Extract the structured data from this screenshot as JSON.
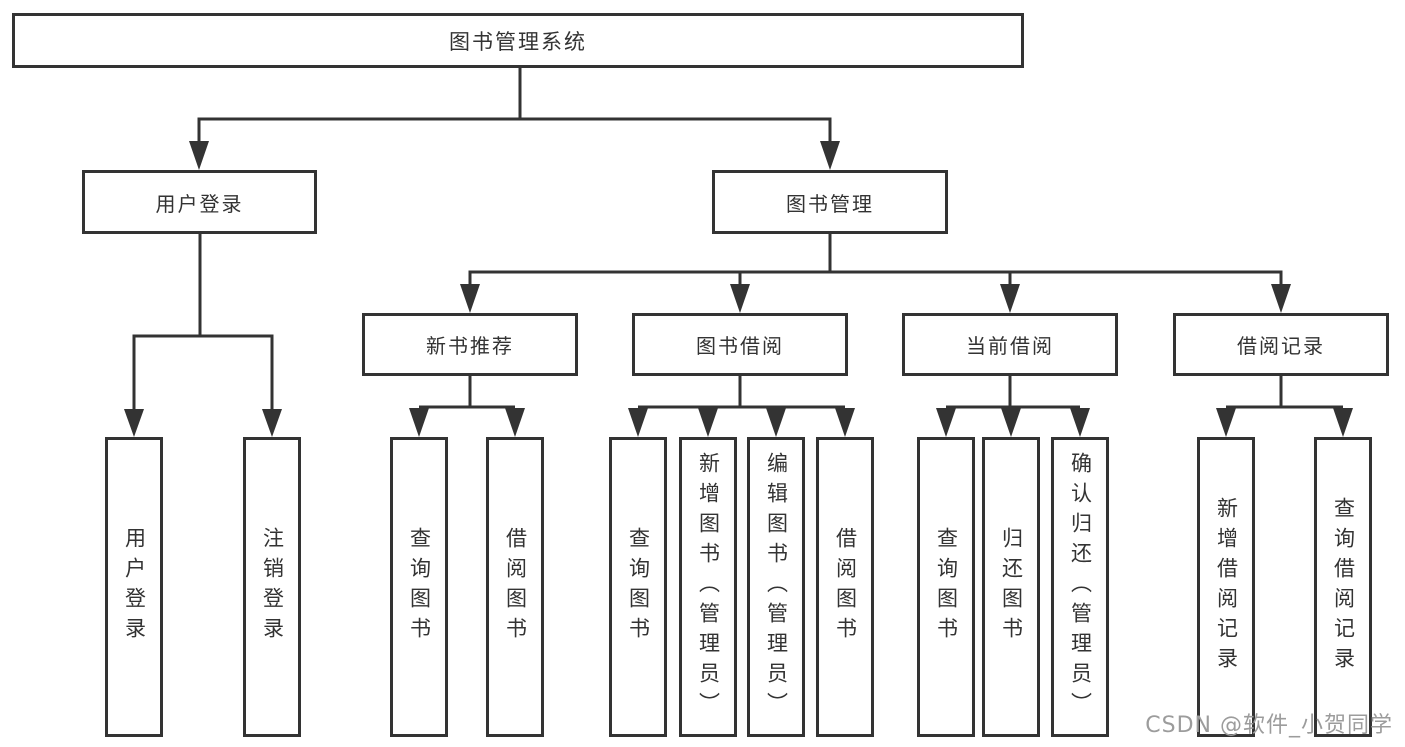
{
  "diagram_title": "图书管理系统",
  "tree": {
    "label": "图书管理系统",
    "children": [
      {
        "label": "用户登录",
        "children": [
          {
            "label": "用户登录"
          },
          {
            "label": "注销登录"
          }
        ]
      },
      {
        "label": "图书管理",
        "children": [
          {
            "label": "新书推荐",
            "children": [
              {
                "label": "查询图书"
              },
              {
                "label": "借阅图书"
              }
            ]
          },
          {
            "label": "图书借阅",
            "children": [
              {
                "label": "查询图书"
              },
              {
                "label": "新增图书（管理员）"
              },
              {
                "label": "编辑图书（管理员）"
              },
              {
                "label": "借阅图书"
              }
            ]
          },
          {
            "label": "当前借阅",
            "children": [
              {
                "label": "查询图书"
              },
              {
                "label": "归还图书"
              },
              {
                "label": "确认归还（管理员）"
              }
            ]
          },
          {
            "label": "借阅记录",
            "children": [
              {
                "label": "新增借阅记录"
              },
              {
                "label": "查询借阅记录"
              }
            ]
          }
        ]
      }
    ]
  },
  "watermark": {
    "text": "CSDN @软件_小贺同学"
  },
  "colors": {
    "line": "#333333",
    "box_border": "#333333",
    "box_background": "#ffffff",
    "text": "#333333",
    "watermark": "#9c9c9c",
    "background": "#ffffff"
  }
}
